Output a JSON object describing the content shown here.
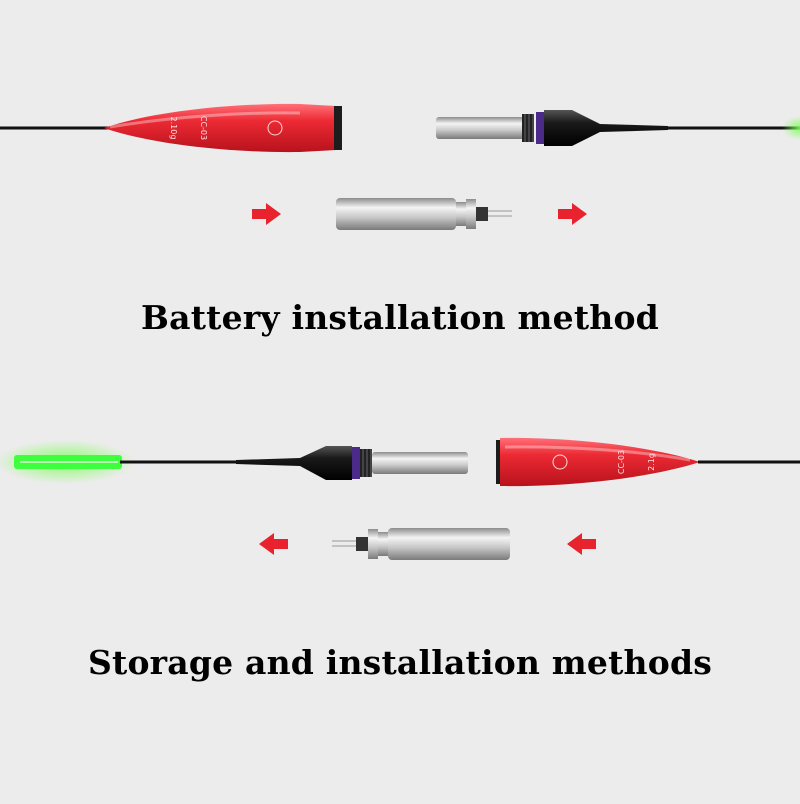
{
  "headings": {
    "battery": "Battery installation method",
    "storage": "Storage and installation methods"
  },
  "float_markings": {
    "model_top": "CC-03",
    "weight_top": "2.10g",
    "model_bottom": "CC-03",
    "weight_bottom": "2.1g"
  },
  "colors": {
    "background": "#ececec",
    "float_body": "#e8232e",
    "arrow": "#e8232e",
    "led_glow": "#3aff3a",
    "rod": "#111111"
  }
}
